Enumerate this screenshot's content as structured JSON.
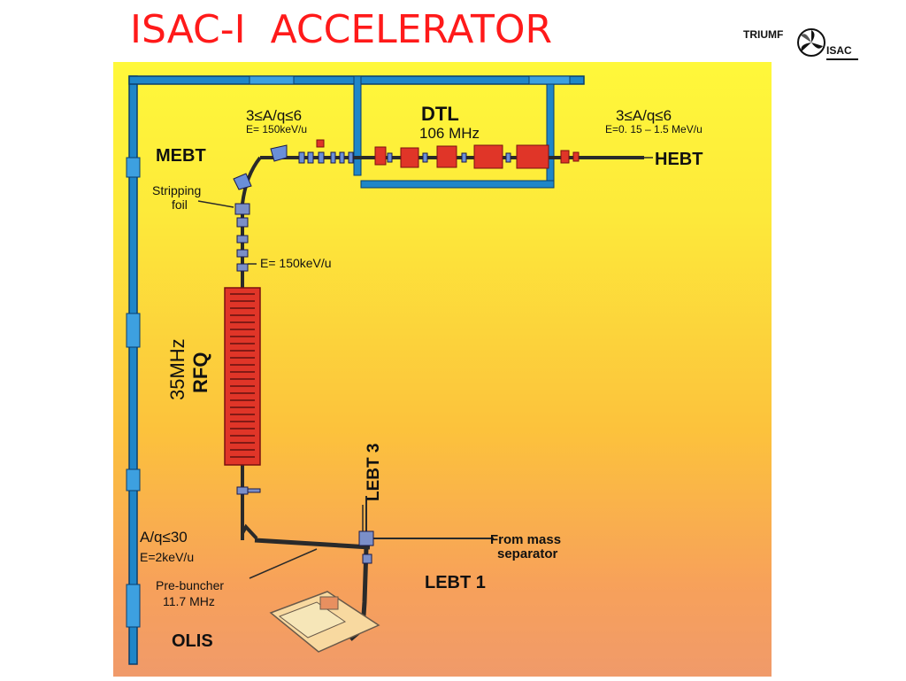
{
  "slide": {
    "title": "ISAC-I  ACCELERATOR"
  },
  "logo": {
    "triumf": "TRIUMF",
    "isac": "ISAC"
  },
  "labels": {
    "dtl": "DTL",
    "dtl_freq": "106 MHz",
    "aq_mebt": "3≤A/q≤6",
    "e_mebt": "E= 150keV/u",
    "aq_hebt": "3≤A/q≤6",
    "e_hebt": "E=0. 15 – 1.5  MeV/u",
    "mebt": "MEBT",
    "hebt": "HEBT",
    "stripping": "Stripping",
    "foil": "foil",
    "e_rfq": "E= 150keV/u",
    "rfq_freq": "35MHz",
    "rfq": "RFQ",
    "lebt3": "LEBT 3",
    "aq_lebt": "A/q≤30",
    "e_lebt": "E=2keV/u",
    "from_mass": "From mass",
    "separator": "separator",
    "prebuncher": "Pre-buncher",
    "prebuncher_freq": "11.7 MHz",
    "lebt1": "LEBT 1",
    "olis": "OLIS"
  },
  "colors": {
    "title": "#ff1a1a",
    "wall": "#1f86c8",
    "wall_edge": "#0b3e6b",
    "rfq_red": "#e03528",
    "dtl_red": "#e03528",
    "beamline": "#2a2a2a"
  }
}
